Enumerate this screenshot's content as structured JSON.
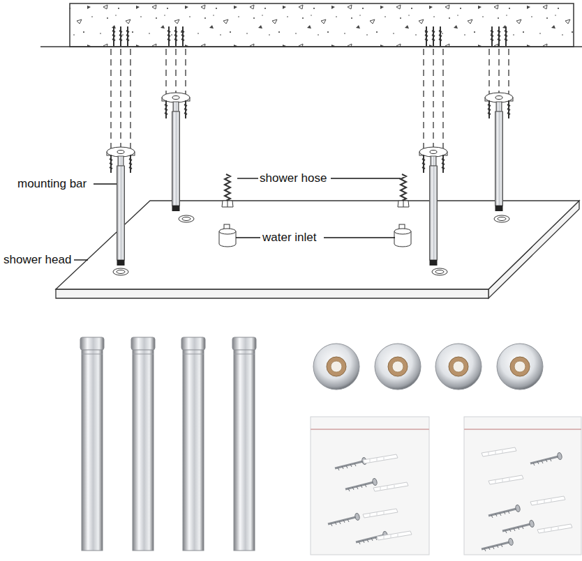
{
  "diagram": {
    "labels": [
      "mounting bar",
      "shower hose",
      "water inlet",
      "shower head"
    ]
  }
}
